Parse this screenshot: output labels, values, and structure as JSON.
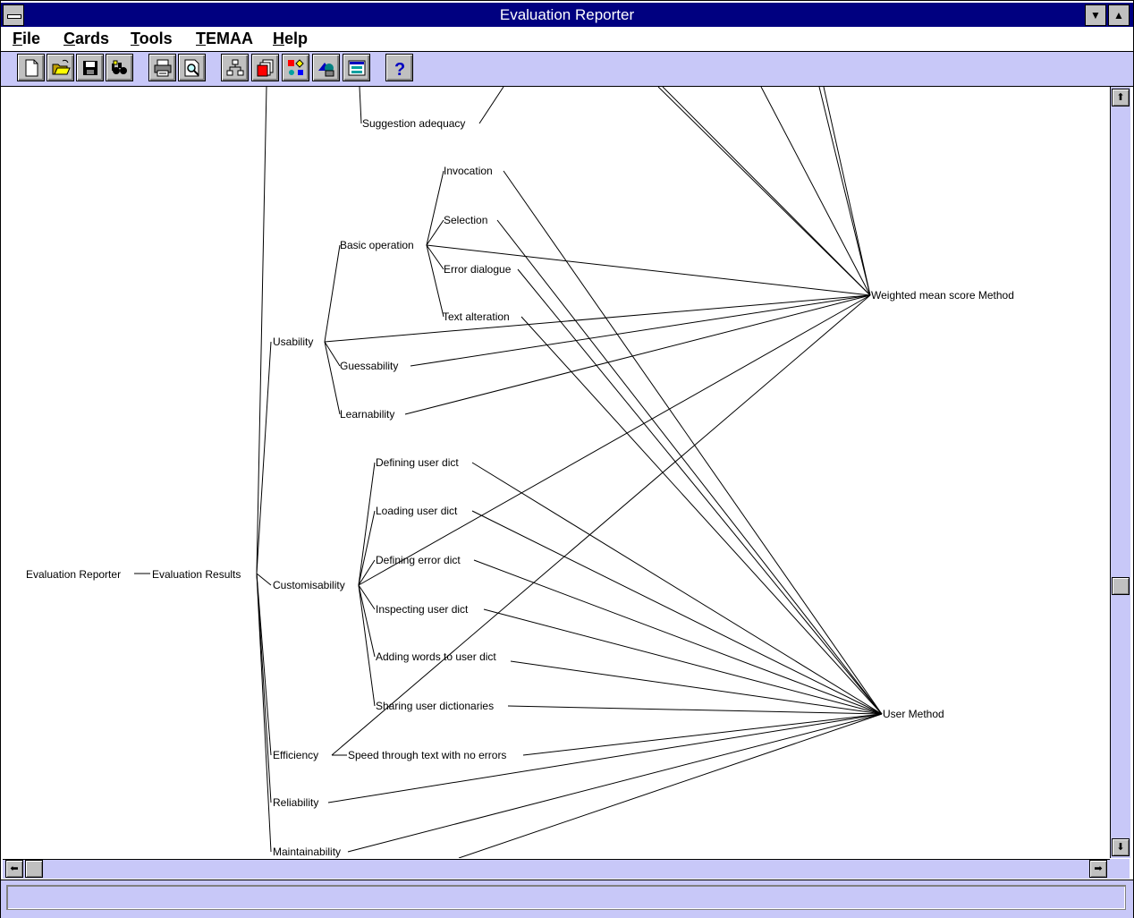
{
  "window": {
    "title": "Evaluation Reporter",
    "minimize_glyph": "▼",
    "maximize_glyph": "▲"
  },
  "menu": {
    "items": [
      {
        "label": "File",
        "accel": "F",
        "rest": "ile"
      },
      {
        "label": "Cards",
        "accel": "C",
        "rest": "ards"
      },
      {
        "label": "Tools",
        "accel": "T",
        "rest": "ools"
      },
      {
        "label": "TEMAA",
        "accel": "T",
        "rest": "EMAA"
      },
      {
        "label": "Help",
        "accel": "H",
        "rest": "elp"
      }
    ]
  },
  "toolbar": {
    "buttons": [
      {
        "name": "new-document",
        "icon": "new-document-icon"
      },
      {
        "name": "open-folder",
        "icon": "open-folder-icon"
      },
      {
        "name": "save",
        "icon": "floppy-disk-icon"
      },
      {
        "name": "find",
        "icon": "binoculars-icon"
      },
      {
        "name": "print",
        "icon": "printer-icon"
      },
      {
        "name": "print-preview",
        "icon": "print-preview-icon"
      },
      {
        "name": "tree-view",
        "icon": "tree-icon"
      },
      {
        "name": "cards",
        "icon": "cards-icon"
      },
      {
        "name": "shapes",
        "icon": "shapes-icon"
      },
      {
        "name": "objects",
        "icon": "objects-icon"
      },
      {
        "name": "layout",
        "icon": "layout-icon"
      },
      {
        "name": "help",
        "icon": "question-mark-icon"
      }
    ]
  },
  "tree": {
    "root": "Evaluation Reporter",
    "results": "Evaluation Results",
    "nodes": {
      "suggestion_adequacy": "Suggestion adequacy",
      "invocation": "Invocation",
      "selection": "Selection",
      "basic_operation": "Basic operation",
      "error_dialogue": "Error dialogue",
      "text_alteration": "Text alteration",
      "usability": "Usability",
      "guessability": "Guessability",
      "learnability": "Learnability",
      "defining_user_dict": "Defining user dict",
      "loading_user_dict": "Loading user dict",
      "defining_error_dict": "Defining error dict",
      "customisability": "Customisability",
      "inspecting_user_dict": "Inspecting user dict",
      "adding_words": "Adding words to user dict",
      "sharing_user_dicts": "Sharing user dictionaries",
      "efficiency": "Efficiency",
      "speed_no_errors": "Speed through text with no errors",
      "reliability": "Reliability",
      "maintainability": "Maintainability"
    },
    "methods": {
      "weighted": "Weighted mean score Method",
      "user": "User Method"
    }
  },
  "scrollbars": {
    "up": "⬆",
    "down": "⬇",
    "left": "⬅",
    "right": "➡"
  },
  "status": {
    "text": ""
  }
}
